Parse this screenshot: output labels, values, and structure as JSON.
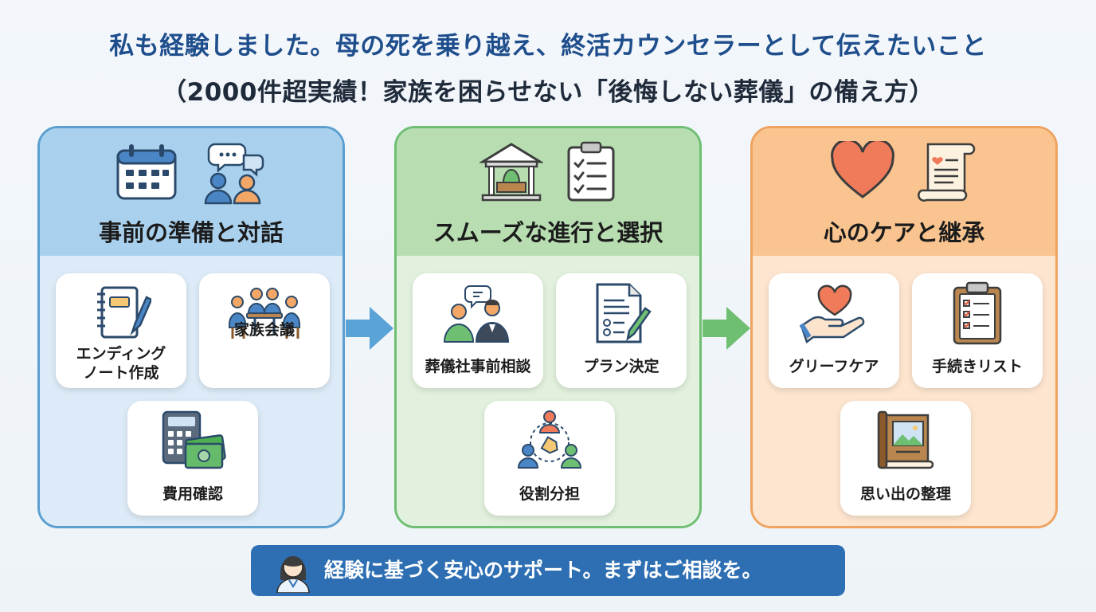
{
  "title": {
    "line1": "私も経験しました。母の死を乗り越え、終活カウンセラーとして伝えたいこと",
    "line2": "（2000件超実績！家族を困らせない「後悔しない葬儀」の備え方）"
  },
  "sections": [
    {
      "title": "事前の準備と対話",
      "header_icons": [
        "calendar-icon",
        "family-chat-icon"
      ],
      "items": [
        {
          "label": "エンディング\nノート作成",
          "icon": "notebook-pen-icon"
        },
        {
          "label": "家族会議",
          "icon": "family-meeting-icon"
        },
        {
          "label": "費用確認",
          "icon": "calculator-money-icon"
        }
      ],
      "color": "#5b9fd0"
    },
    {
      "title": "スムーズな進行と選択",
      "header_icons": [
        "funeral-hall-icon",
        "checklist-icon"
      ],
      "items": [
        {
          "label": "葬儀社事前相談",
          "icon": "consultation-icon"
        },
        {
          "label": "プラン決定",
          "icon": "plan-document-icon"
        },
        {
          "label": "役割分担",
          "icon": "role-sharing-icon"
        }
      ],
      "color": "#6fbf73"
    },
    {
      "title": "心のケアと継承",
      "header_icons": [
        "heart-icon",
        "letter-scroll-icon"
      ],
      "items": [
        {
          "label": "グリーフケア",
          "icon": "heart-hand-icon"
        },
        {
          "label": "手続きリスト",
          "icon": "clipboard-list-icon"
        },
        {
          "label": "思い出の整理",
          "icon": "photo-album-icon"
        }
      ],
      "color": "#f0a35e"
    }
  ],
  "banner": {
    "text": "経験に基づく安心のサポート。まずはご相談を。",
    "color": "#2e6fb3"
  }
}
